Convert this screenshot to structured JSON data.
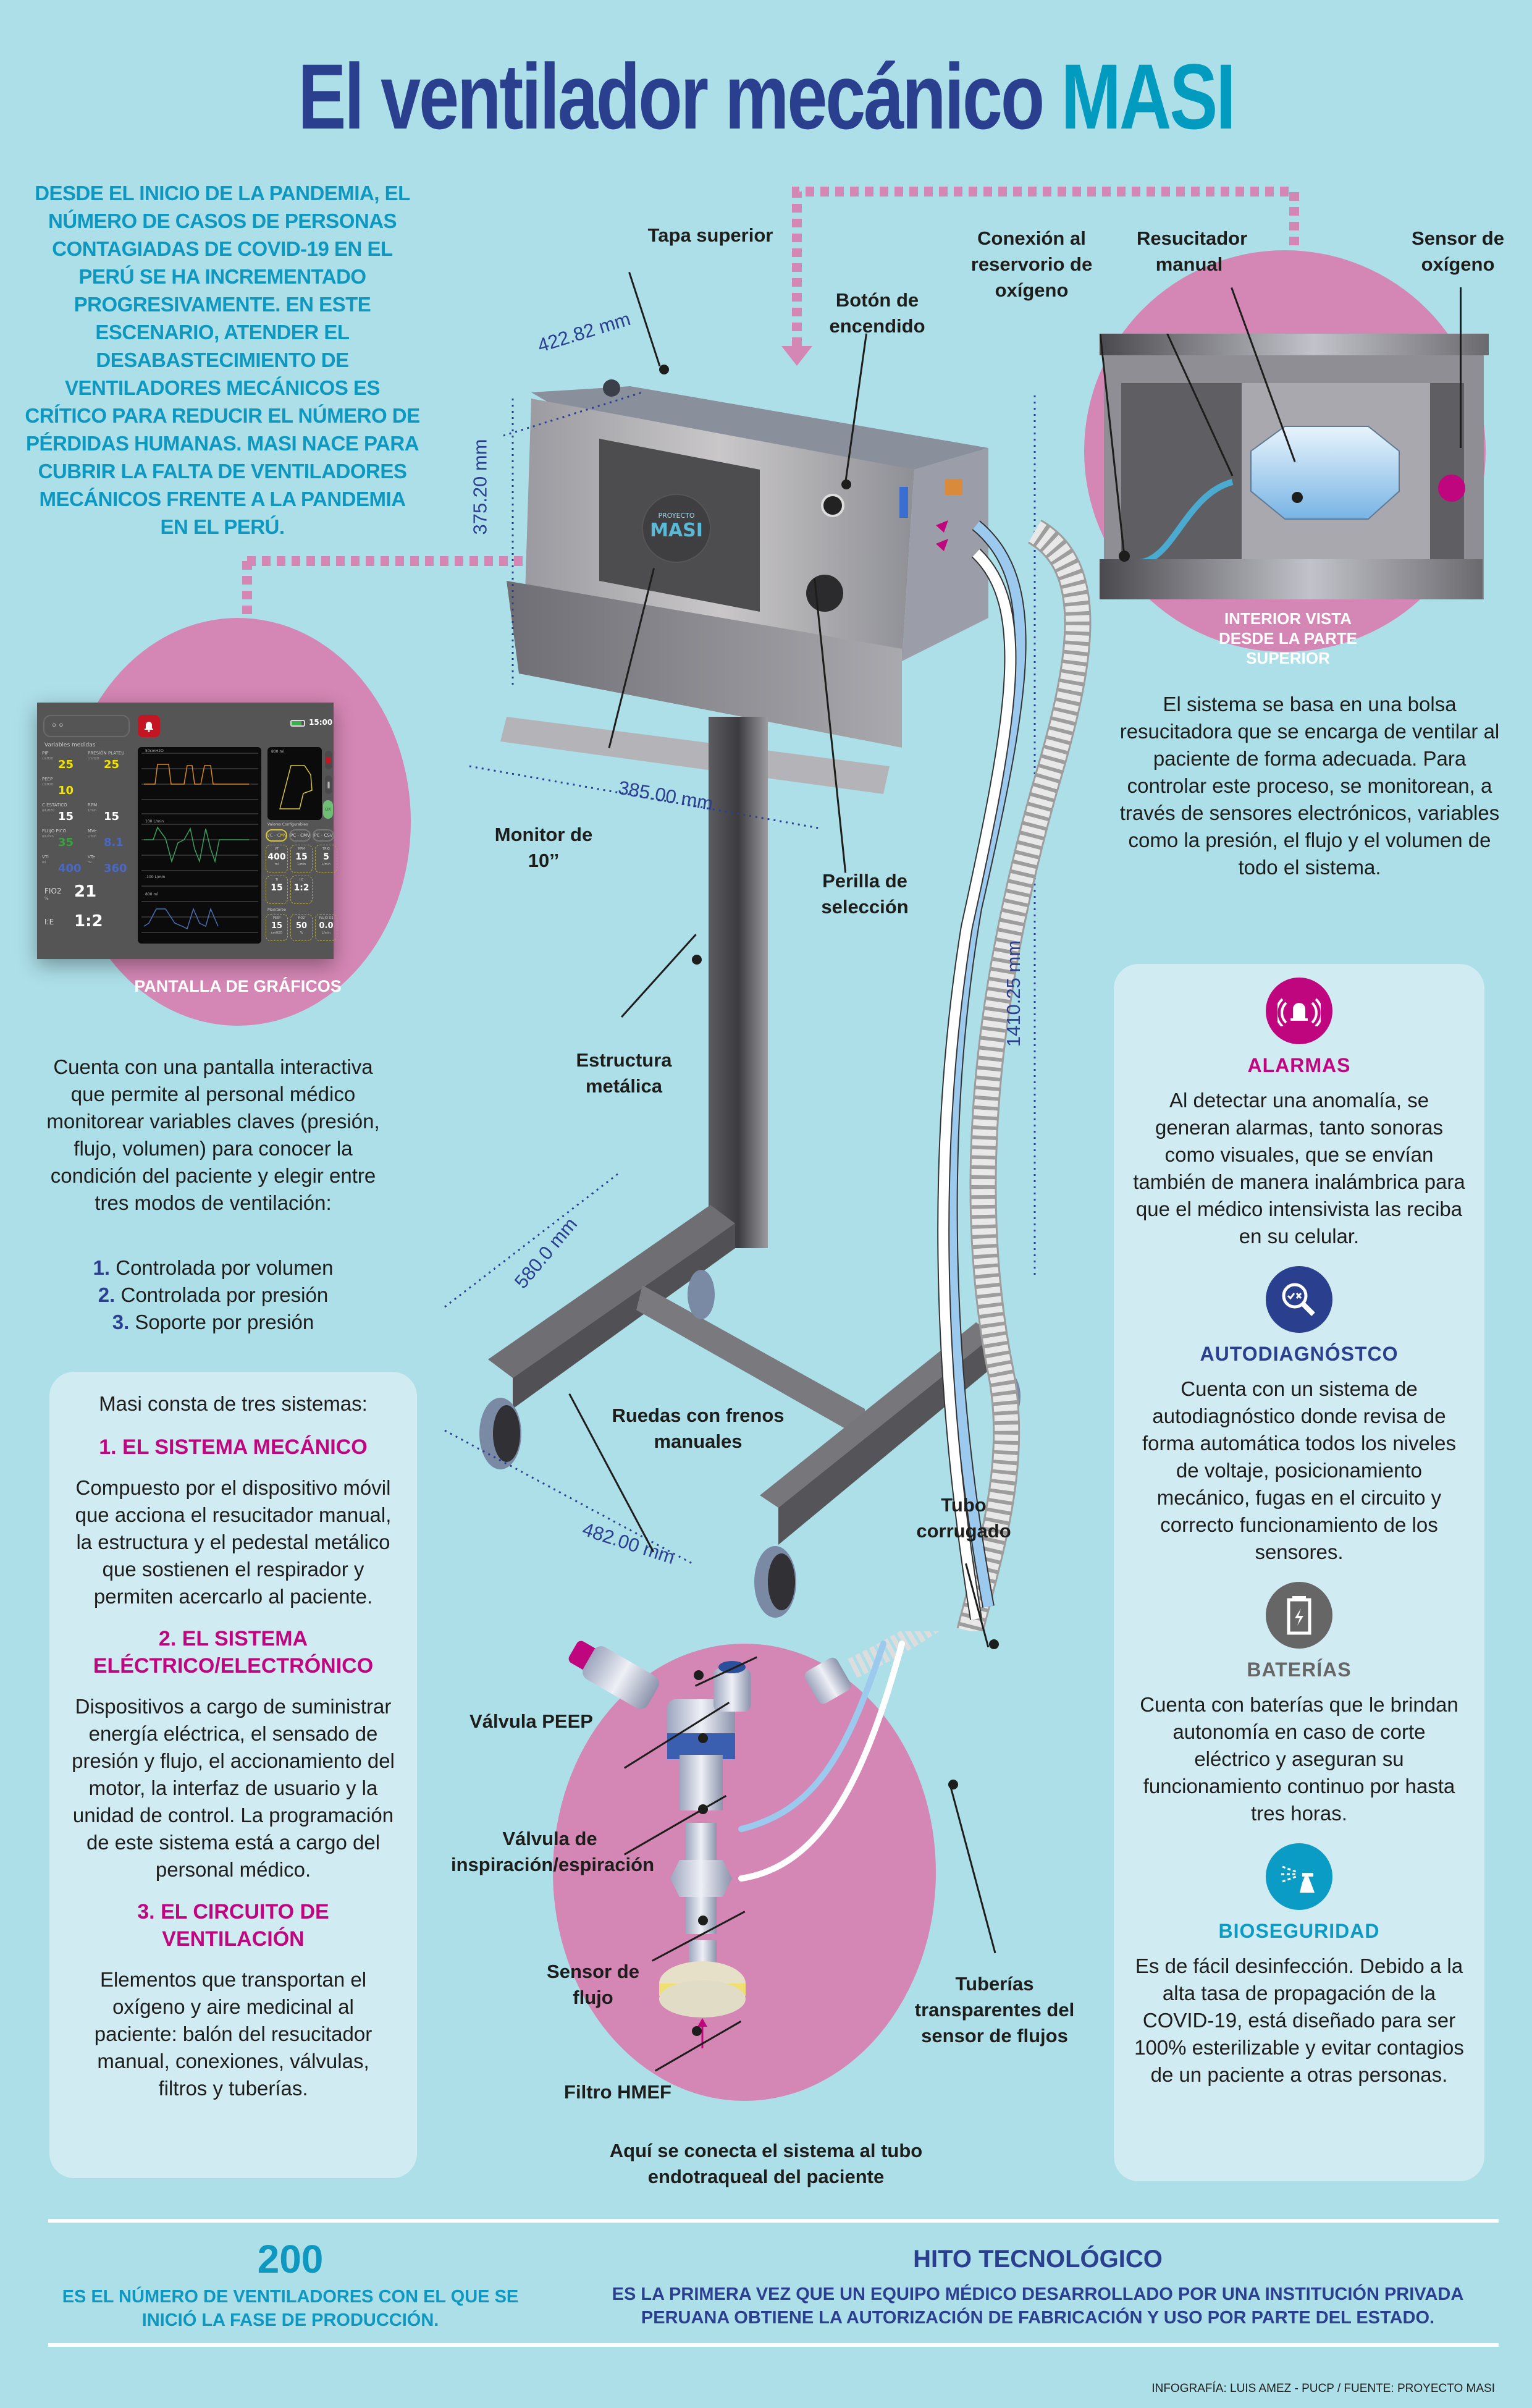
{
  "header": {
    "title_main": "El ventilador mecánico",
    "title_accent": "MASI"
  },
  "intro": {
    "text": "DESDE EL INICIO DE LA PANDEMIA, EL NÚMERO DE CASOS DE PERSONAS CONTAGIADAS DE COVID-19 EN EL PERÚ SE HA INCREMENTADO PROGRESIVAMENTE. EN ESTE ESCENARIO, ATENDER EL DESABASTECIMIENTO DE VENTILADORES MECÁNICOS ES CRÍTICO PARA REDUCIR EL NÚMERO DE PÉRDIDAS HUMANAS. MASI NACE PARA CUBRIR LA FALTA DE VENTILADORES MECÁNICOS FRENTE A LA PANDEMIA EN EL PERÚ."
  },
  "device_labels": {
    "tapa_superior": "Tapa superior",
    "boton_encendido": "Botón de encendido",
    "monitor": "Monitor de 10’’",
    "perilla": "Perilla de selección",
    "estructura": "Estructura metálica",
    "ruedas": "Ruedas con frenos manuales",
    "tubo_corrugado": "Tubo corrugado",
    "logo_top": "PROYECTO",
    "logo_main": "MASI"
  },
  "dimensions": {
    "depth": "422.82 mm",
    "height_box": "375.20 mm",
    "width_box": "385.00 mm",
    "total_height": "1410.25 mm",
    "base_depth": "580.0 mm",
    "base_width": "482.00 mm"
  },
  "interior": {
    "labels": [
      "Conexión al reservorio de oxígeno",
      "Resucitador manual",
      "Sensor de oxígeno"
    ],
    "caption": "INTERIOR VISTA DESDE LA PARTE SUPERIOR",
    "description": "El sistema se basa en una bolsa resucitadora que se encarga de ventilar al paciente de forma adecuada. Para controlar este proceso, se monitorean, a través de sensores electrónicos, variables como la presión, el flujo y el volumen de todo el sistema."
  },
  "screen": {
    "caption": "PANTALLA DE GRÁFICOS",
    "time": "15:00",
    "section_measured": "Variables medidas",
    "measured": [
      {
        "name": "PIP",
        "unit": "cmH2O",
        "value": "25",
        "color": "#f2e400"
      },
      {
        "name": "PRESIÓN PLATEU",
        "unit": "cmH2O",
        "value": "25",
        "color": "#f2e400"
      },
      {
        "name": "PEEP",
        "unit": "cmH2O",
        "value": "10",
        "color": "#f2e400"
      },
      {
        "name": "C ESTÁTICO",
        "unit": "mL/H2O",
        "value": "15",
        "color": "#ffffff"
      },
      {
        "name": "RPM",
        "unit": "1/min",
        "value": "15",
        "color": "#ffffff"
      },
      {
        "name": "FLUJO PICO",
        "unit": "mL/min",
        "value": "35",
        "color": "#3aa040"
      },
      {
        "name": "VTi",
        "unit": "ml",
        "value": "400",
        "color": "#4a68c6"
      },
      {
        "name": "MVe",
        "unit": "L/min",
        "value": "8.1",
        "color": "#4a68c6"
      },
      {
        "name": "VTe",
        "unit": "ml",
        "value": "360",
        "color": "#4a68c6"
      }
    ],
    "fio2_label": "FIO2",
    "fio2_unit": "%",
    "fio2_value": "21",
    "ie_label": "I:E",
    "ie_value": "1:2",
    "graph_labels": [
      "50cmH2O",
      "100 L/min",
      "-100 L/min",
      "800 ml"
    ],
    "loop_label": "800 ml",
    "modes": [
      "VC - CMV",
      "PC - CMV",
      "PC - CSV"
    ],
    "section_config": "Valores Configurables",
    "config": [
      {
        "name": "VT",
        "value": "400",
        "unit": "ml"
      },
      {
        "name": "RPM",
        "value": "15",
        "unit": "1/min"
      },
      {
        "name": "TRIG",
        "value": "5",
        "unit": "L/min"
      },
      {
        "name": "Ti",
        "value": "15",
        "unit": ""
      },
      {
        "name": "I:E",
        "value": "1:2",
        "unit": ""
      }
    ],
    "section_monitor": "Monitoreo",
    "monitor": [
      {
        "name": "PEEP",
        "value": "15",
        "unit": "cmH2O"
      },
      {
        "name": "FiO2",
        "value": "50",
        "unit": "%"
      },
      {
        "name": "FLUJO O2",
        "value": "0.0",
        "unit": "L/min"
      }
    ],
    "ok_label": "OK"
  },
  "screen_desc": {
    "text": "Cuenta con una pantalla interactiva que permite al personal médico monitorear variables claves (presión, flujo, volumen) para conocer la condición del paciente y elegir entre tres modos de ventilación:",
    "modes": [
      {
        "num": "1.",
        "label": "Controlada por volumen"
      },
      {
        "num": "2.",
        "label": "Controlada por presión"
      },
      {
        "num": "3.",
        "label": "Soporte por presión"
      }
    ]
  },
  "systems": {
    "intro": "Masi consta de tres sistemas:",
    "items": [
      {
        "title": "1. EL SISTEMA MECÁNICO",
        "text": "Compuesto por el dispositivo móvil que acciona el resucitador manual, la estructura y el pedestal metálico que sostienen el respirador y permiten acercarlo al paciente."
      },
      {
        "title": "2. EL SISTEMA ELÉCTRICO/ELECTRÓNICO",
        "text": "Dispositivos a cargo de suministrar energía eléctrica, el sensado de presión y flujo, el accionamiento del motor, la interfaz de usuario y la unidad de control. La programación de este sistema está a cargo del personal médico."
      },
      {
        "title": "3. EL CIRCUITO DE VENTILACIÓN",
        "text": "Elementos que transportan el oxígeno y aire medicinal al paciente: balón del resucitador manual, conexiones, válvulas, filtros y tuberías."
      }
    ]
  },
  "circuit": {
    "peep": "Válvula PEEP",
    "insp": "Válvula de inspiración/espiración",
    "flow_sensor": "Sensor de flujo",
    "tubes": "Tuberías transparentes del sensor de flujos",
    "filter": "Filtro HMEF",
    "connect": "Aquí se conecta el sistema al tubo endotraqueal del paciente"
  },
  "features": [
    {
      "icon": "alarm-bell-icon",
      "title": "ALARMAS",
      "color": "#c0067e",
      "text": "Al detectar una anomalía, se generan alarmas, tanto sonoras como visuales, que se envían también de manera inalámbrica para que el médico intensivista las reciba en su celular."
    },
    {
      "icon": "magnifier-check-icon",
      "title": "AUTODIAGNÓSTCO",
      "color": "#2b3f8f",
      "text": "Cuenta con un sistema de autodiagnóstico donde revisa de forma automática todos los niveles de voltaje, posicionamiento mecánico, fugas en el circuito y correcto funcionamiento de los sensores."
    },
    {
      "icon": "battery-icon",
      "title": "BATERÍAS",
      "color": "#666666",
      "text": "Cuenta con baterías que le brindan autonomía en caso de corte eléctrico y aseguran su funcionamiento continuo por hasta tres horas."
    },
    {
      "icon": "spray-bottle-icon",
      "title": "BIOSEGURIDAD",
      "color": "#0a9cc4",
      "text": "Es de fácil desinfección. Debido a la alta tasa de propagación de la COVID-19, está diseñado para ser 100% esterilizable y evitar contagios de un paciente a otras personas."
    }
  ],
  "footer": {
    "stat_number": "200",
    "stat_text": "ES EL NÚMERO DE VENTILADORES CON EL QUE SE INICIÓ LA FASE DE PRODUCCIÓN.",
    "milestone_title": "HITO TECNOLÓGICO",
    "milestone_text": "ES LA PRIMERA VEZ QUE UN EQUIPO MÉDICO DESARROLLADO POR UNA INSTITUCIÓN PRIVADA PERUANA OBTIENE LA AUTORIZACIÓN DE FABRICACIÓN Y USO POR PARTE DEL ESTADO.",
    "credit": "INFOGRAFÍA: LUIS AMEZ - PUCP / FUENTE: PROYECTO MASI"
  }
}
